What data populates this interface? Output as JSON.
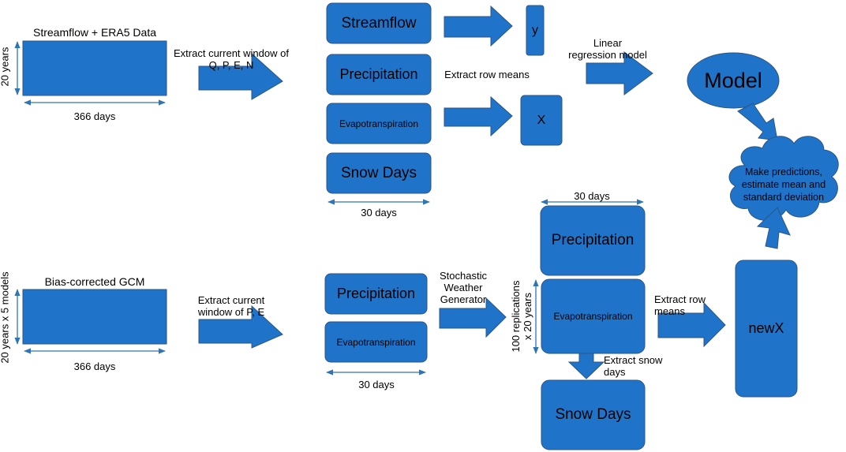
{
  "colors": {
    "fill": "#1F74C9",
    "stroke": "#2C5585",
    "dim_line": "#2E75B6",
    "text": "#000000"
  },
  "top": {
    "title": "Streamflow + ERA5 Data",
    "rows_label": "20 years",
    "cols_label": "366 days",
    "extract_label": "Extract current window of Q, P, E, N",
    "boxes": {
      "streamflow": "Streamflow",
      "precipitation": "Precipitation",
      "evapotranspiration": "Evapotranspiration",
      "snow_days": "Snow Days"
    },
    "window_label": "30 days",
    "row_means_label": "Extract row means",
    "y_label": "y",
    "x_label": "X",
    "regression_label": "Linear regression model",
    "model_label": "Model"
  },
  "predictions_label": "Make predictions, estimate mean and standard deviation",
  "bottom": {
    "title": "Bias-corrected GCM",
    "rows_label": "20 years x 5 models",
    "cols_label": "366 days",
    "extract_label": "Extract current window of P, E",
    "boxes": {
      "precipitation": "Precipitation",
      "evapotranspiration": "Evapotranspiration"
    },
    "window_label": "30 days",
    "generator_label": "Stochastic Weather Generator",
    "gen_window_label": "30 days",
    "replications_label": "100 replications x 20 years",
    "gen_boxes": {
      "precipitation": "Precipitation",
      "evapotranspiration": "Evapotranspiration",
      "snow_days": "Snow Days"
    },
    "snow_extract_label": "Extract snow days",
    "row_means_label": "Extract row means",
    "newx_label": "newX"
  }
}
